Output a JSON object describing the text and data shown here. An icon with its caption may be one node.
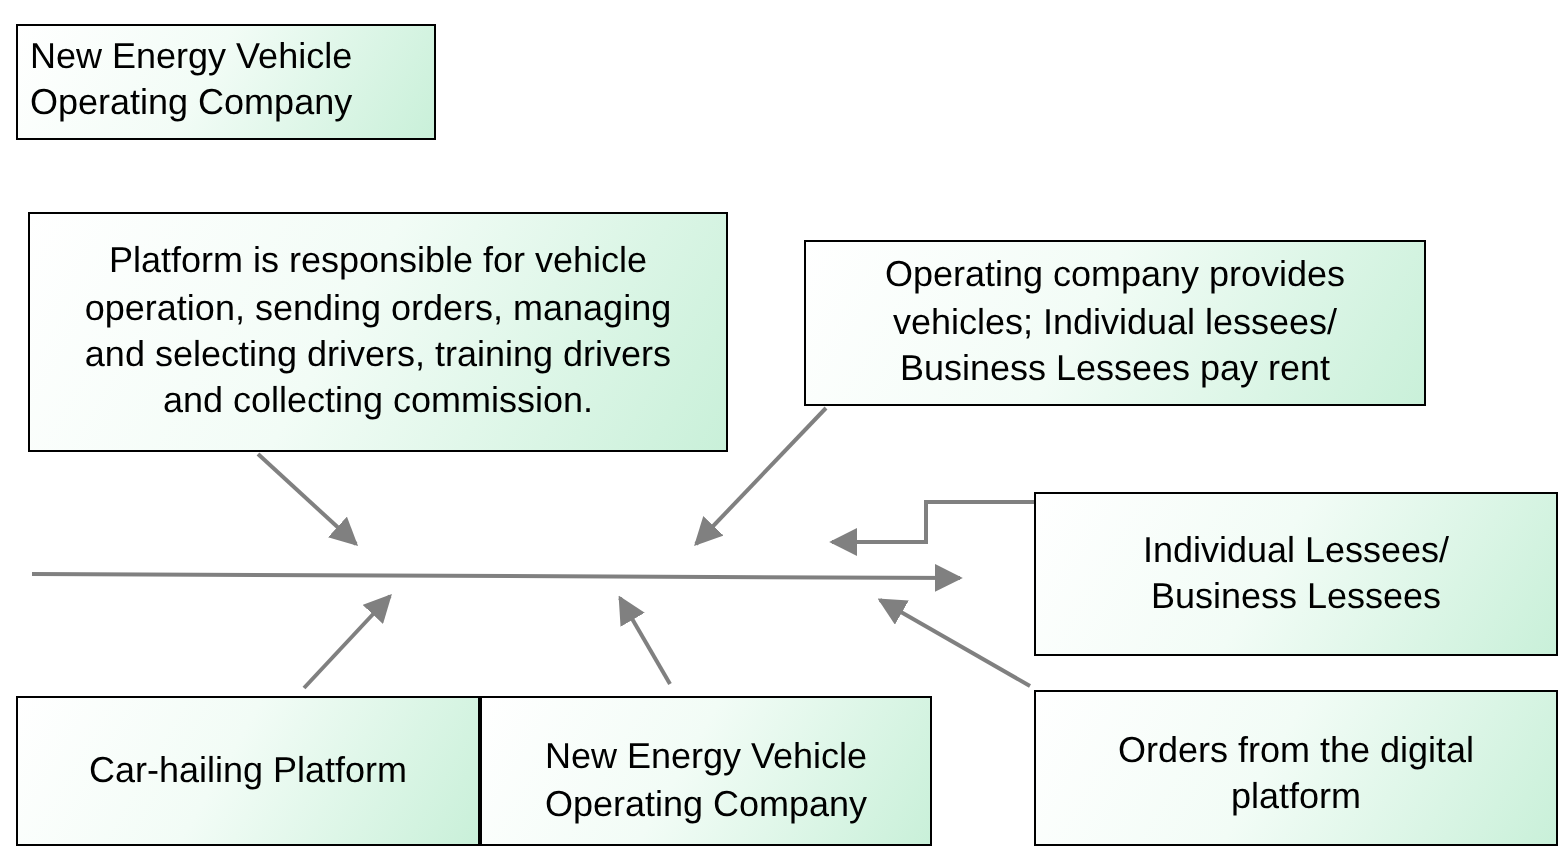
{
  "diagram": {
    "nodes": [
      {
        "text": [
          "New Energy Vehicle Operating Company"
        ]
      },
      {
        "text": [
          "Platform is responsible for vehicle operation, sending orders, managing and selecting drivers, training drivers and collecting commission."
        ]
      },
      {
        "text": [
          "Operating company provides vehicles; Individual lessees/ Business Lessees pay rent"
        ]
      },
      {
        "text": [
          "Individual Lessees/ Business Lessees"
        ]
      },
      {
        "text": [
          "Car-hailing Platform"
        ]
      },
      {
        "text": [
          "New Energy Vehicle Operating Company"
        ]
      },
      {
        "text": [
          "Orders from the digital platform"
        ]
      }
    ],
    "edges": [
      {
        "from": 1,
        "to": null,
        "arrow": "to"
      },
      {
        "from": 2,
        "to": null,
        "arrow": "to"
      },
      {
        "from": 3,
        "to": null,
        "arrow": "to"
      },
      {
        "from": 4,
        "to": null,
        "arrow": "to"
      },
      {
        "from": 5,
        "to": null,
        "arrow": "to"
      },
      {
        "from": 6,
        "to": null,
        "arrow": "to"
      }
    ]
  }
}
